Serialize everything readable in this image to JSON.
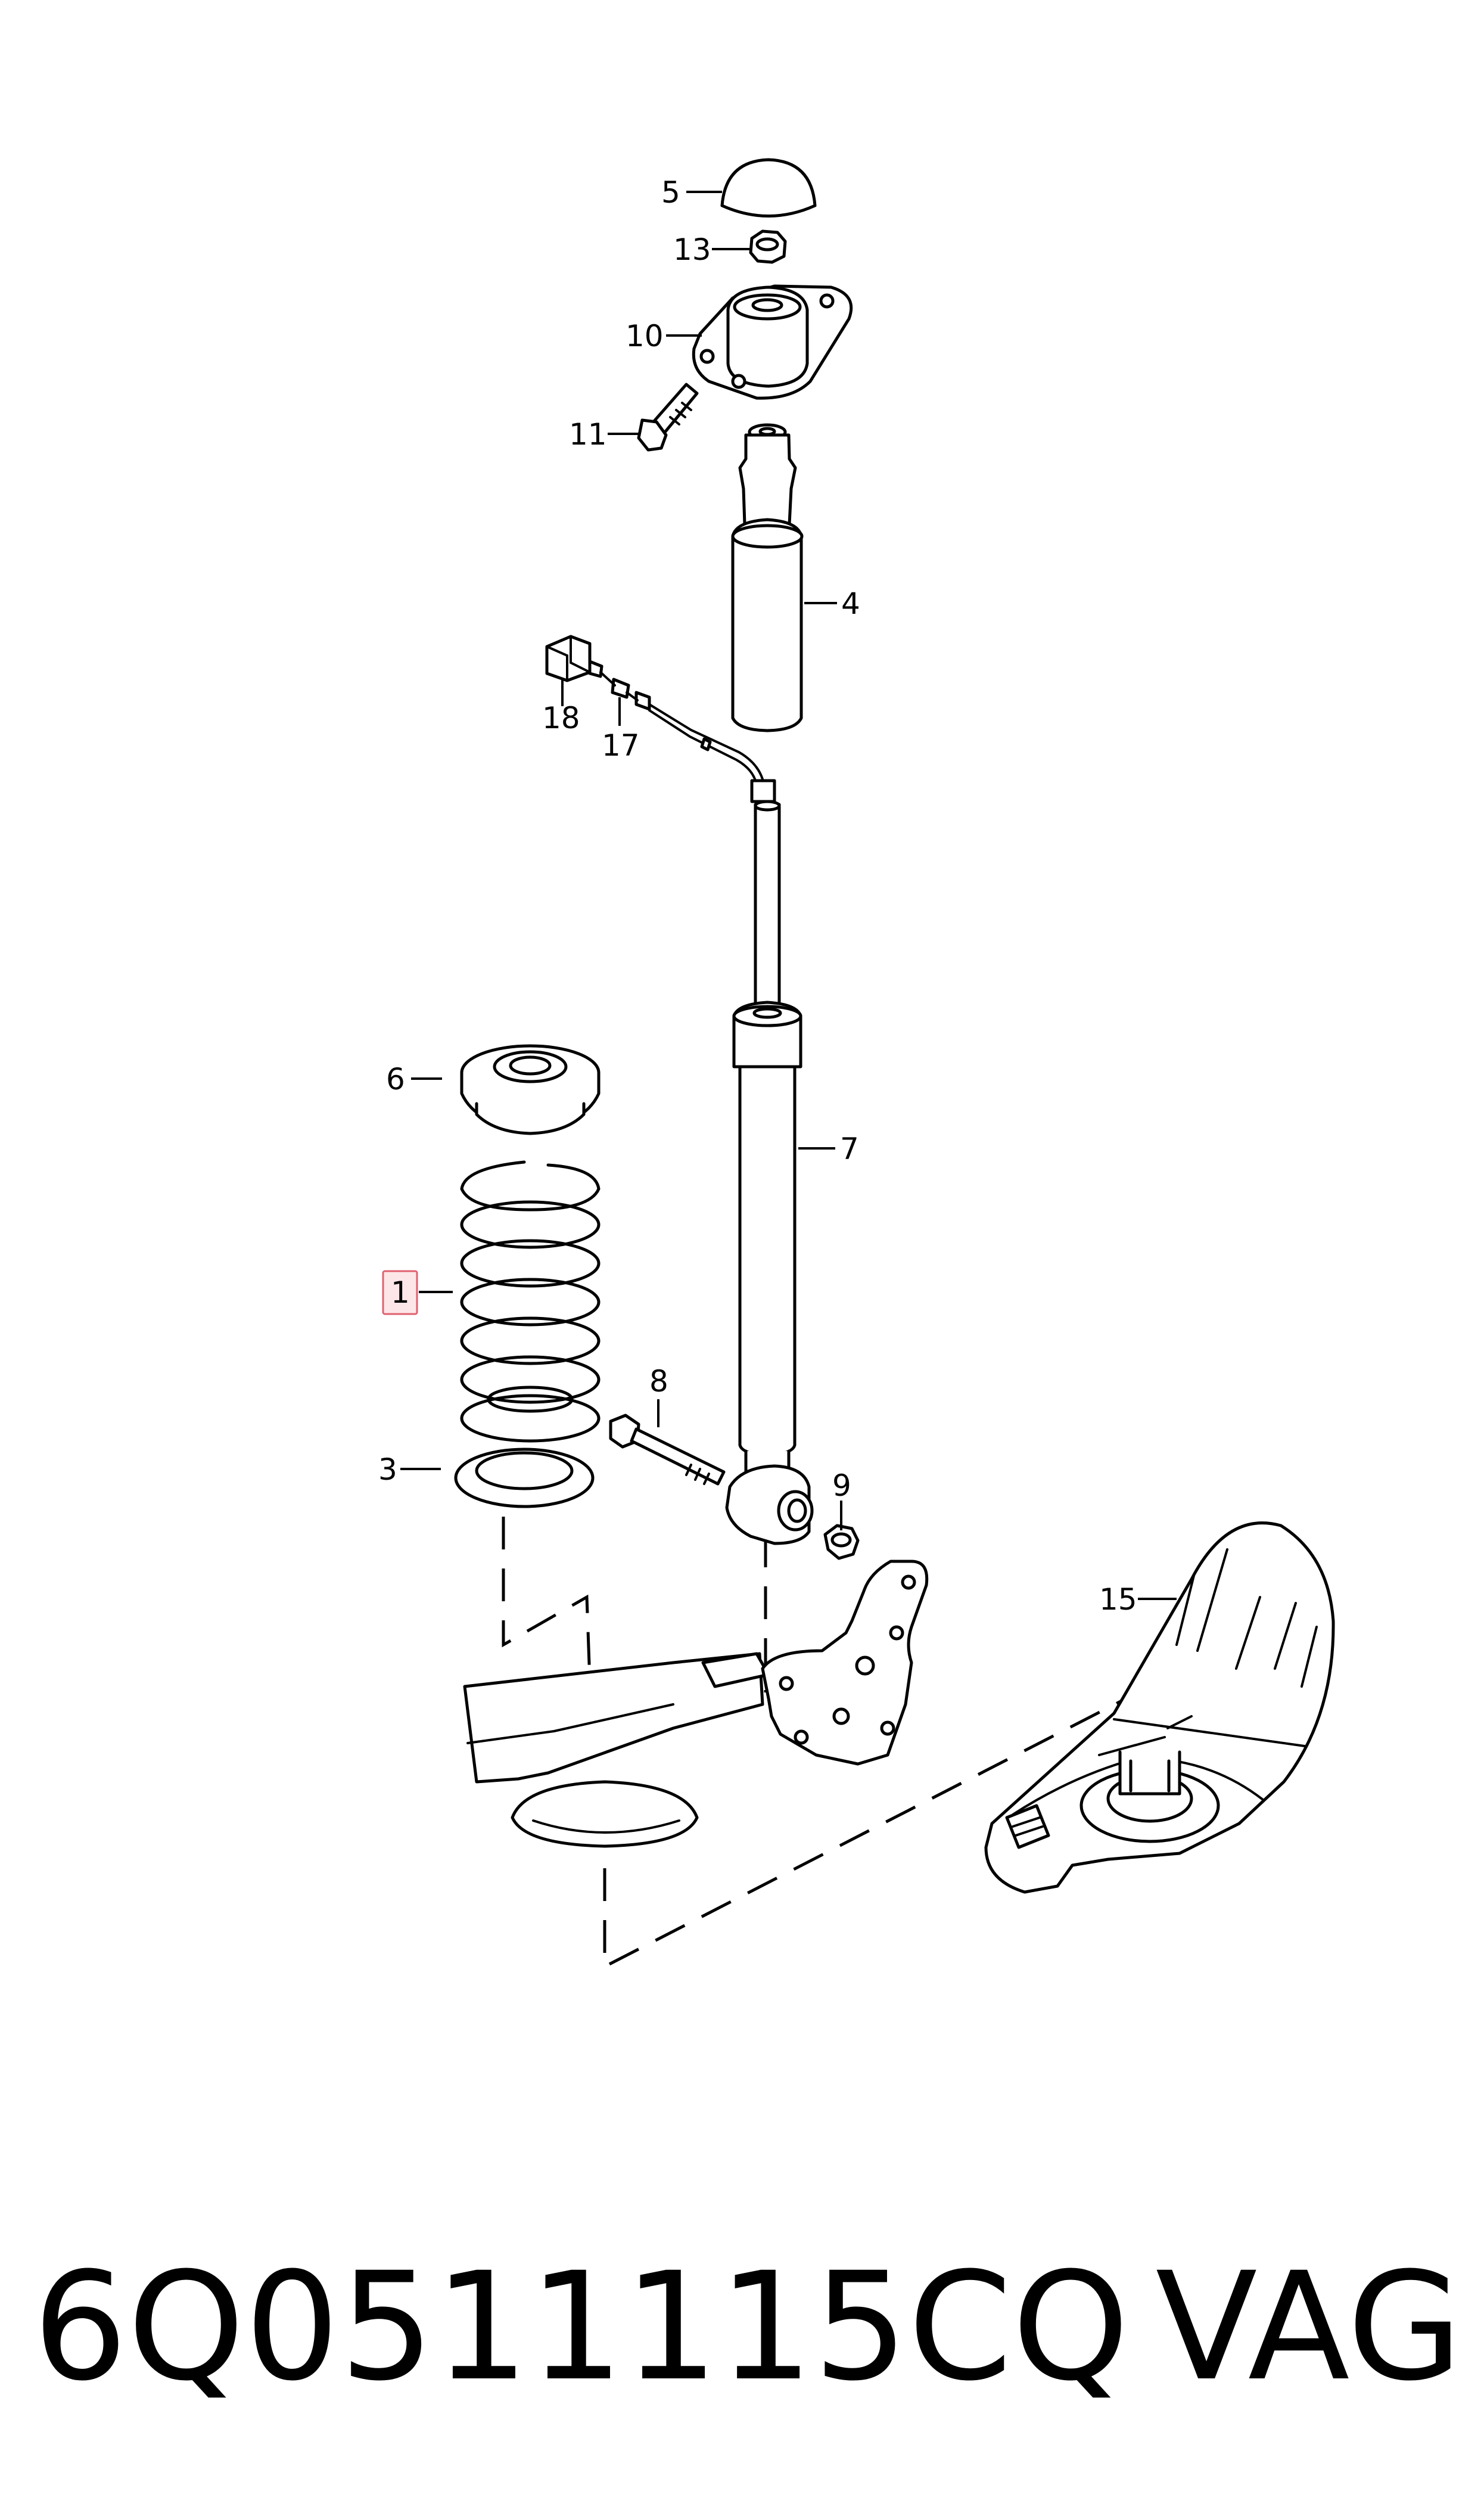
{
  "diagram": {
    "callouts": [
      {
        "id": "5",
        "label": "5"
      },
      {
        "id": "13",
        "label": "13"
      },
      {
        "id": "10",
        "label": "10"
      },
      {
        "id": "11",
        "label": "11"
      },
      {
        "id": "4",
        "label": "4"
      },
      {
        "id": "18",
        "label": "18"
      },
      {
        "id": "17",
        "label": "17"
      },
      {
        "id": "7",
        "label": "7"
      },
      {
        "id": "6",
        "label": "6"
      },
      {
        "id": "1",
        "label": "1",
        "highlighted": true
      },
      {
        "id": "8",
        "label": "8"
      },
      {
        "id": "3",
        "label": "3"
      },
      {
        "id": "9",
        "label": "9"
      },
      {
        "id": "15",
        "label": "15"
      }
    ],
    "highlight_color": "#e06070",
    "highlight_fill": "#fde6e8"
  },
  "footer": {
    "part_number": "6Q0511115CQ",
    "brand": "VAG"
  }
}
